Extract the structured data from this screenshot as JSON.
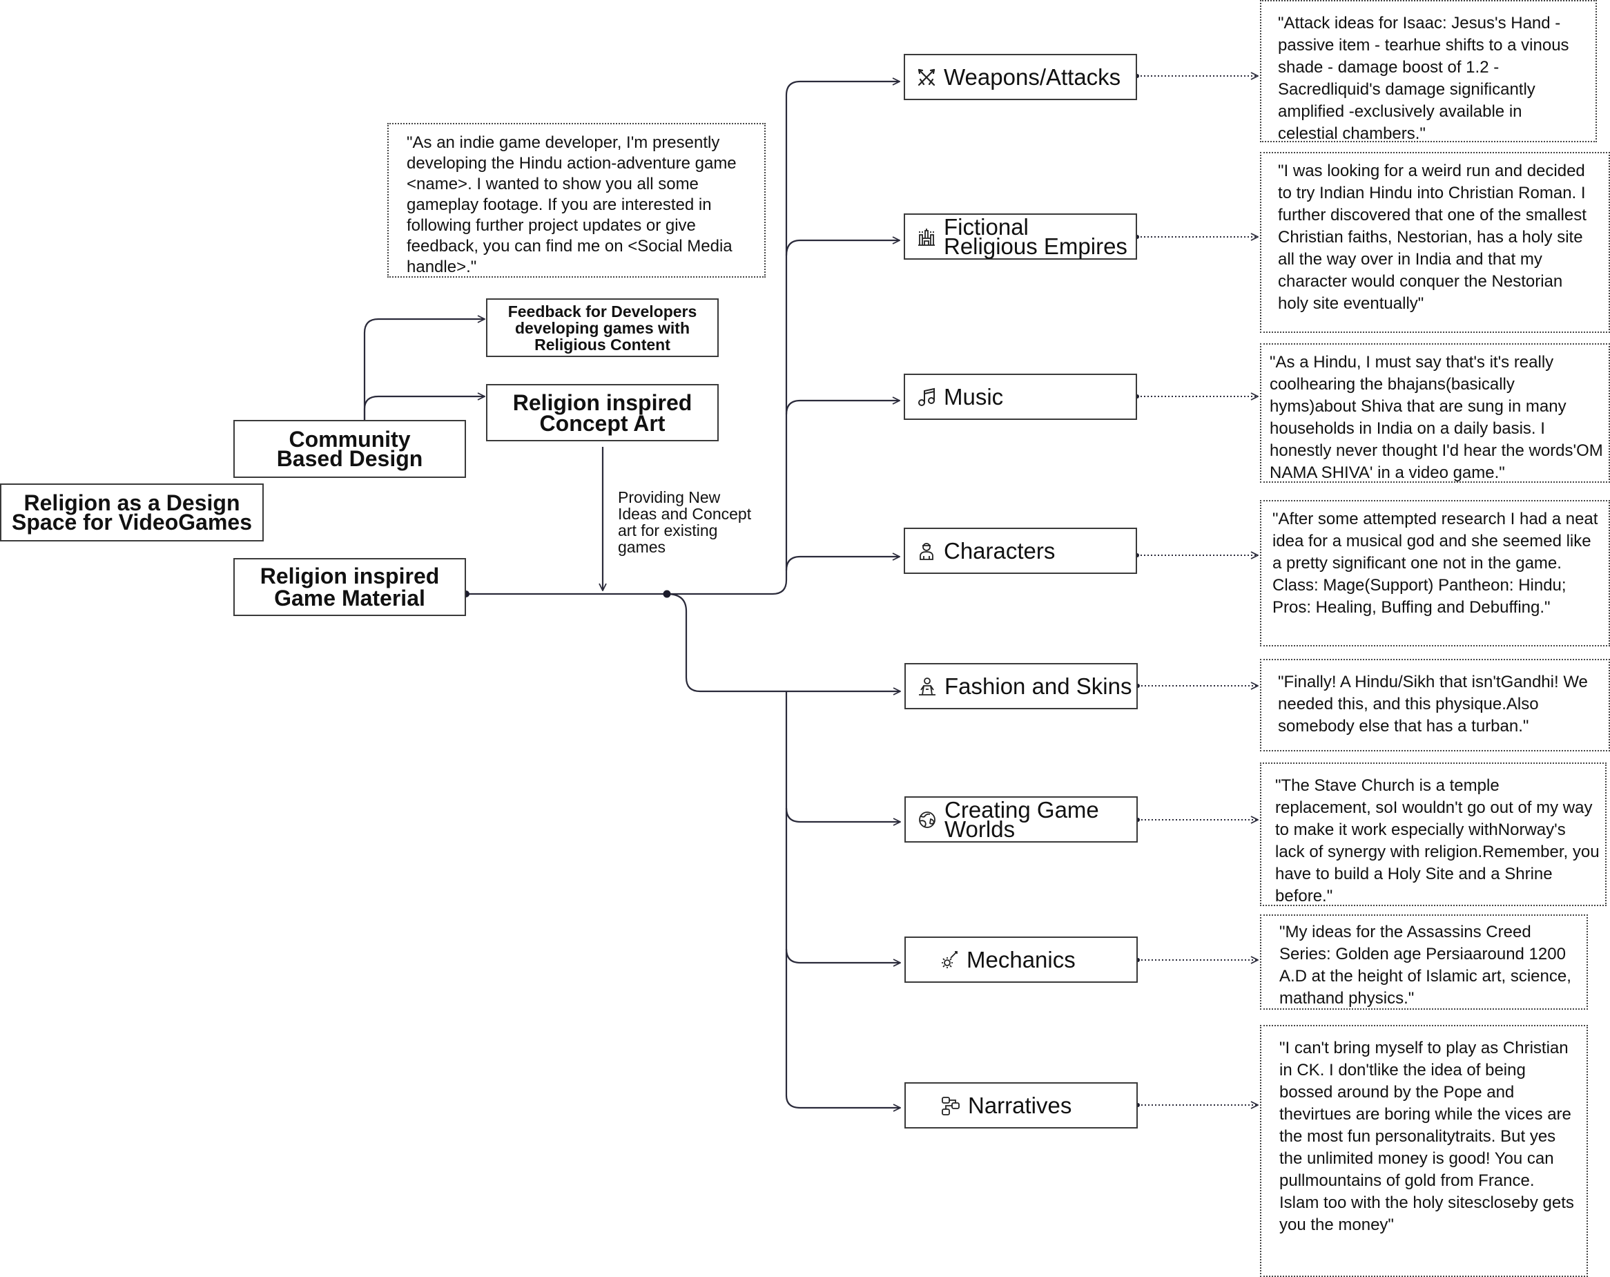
{
  "root": {
    "label_line1": "Religion as a Design",
    "label_line2": "Space for VideoGames"
  },
  "community": {
    "label_line1": "Community",
    "label_line2": "Based Design"
  },
  "feedback": {
    "label_line1": "Feedback for Developers",
    "label_line2": "developing games with",
    "label_line3": "Religious Content"
  },
  "concept_art": {
    "label_line1": "Religion inspired",
    "label_line2": "Concept Art"
  },
  "game_material": {
    "label_line1": "Religion inspired",
    "label_line2": "Game Material"
  },
  "dev_quote": "\"As an indie game developer, I'm presently developing the Hindu action-adventure game <name>. I wanted to show you all some gameplay footage. If you are interested in following further project updates or give feedback, you can find me on <Social Media handle>.\"",
  "edge_label": {
    "line1": "Providing New",
    "line2": "Ideas and Concept",
    "line3": "art for existing",
    "line4": "games"
  },
  "categories": [
    {
      "label": "Weapons/Attacks",
      "icon": "crossed-swords-icon"
    },
    {
      "label_line1": "Fictional",
      "label_line2": "Religious Empires",
      "icon": "castle-icon"
    },
    {
      "label": "Music",
      "icon": "music-note-icon"
    },
    {
      "label": "Characters",
      "icon": "person-icon"
    },
    {
      "label": "Fashion and Skins",
      "icon": "outfit-icon"
    },
    {
      "label_line1": "Creating Game",
      "label_line2": "Worlds",
      "icon": "globe-icon"
    },
    {
      "label": "Mechanics",
      "icon": "gear-wrench-icon"
    },
    {
      "label": "Narratives",
      "icon": "story-flow-icon"
    }
  ],
  "quotes": [
    "\"Attack ideas for Isaac: Jesus's Hand -passive item - tearhue shifts to a vinous shade - damage boost of 1.2 - Sacredliquid's damage significantly amplified -exclusively available in celestial chambers.\"",
    "\"I was looking for a weird run and decided to try Indian Hindu into Christian Roman. I further discovered that one of the smallest Christian faiths, Nestorian, has a holy site all the way over in India and that my character would conquer the Nestorian holy site eventually\"",
    "\"As a Hindu, I must say that's it's really coolhearing the bhajans(basically hyms)about Shiva that are sung in many households in India on a daily basis. I honestly never thought I'd hear the words'OM NAMA SHIVA' in a video game.\"",
    "\"After some attempted research I had a neat idea for a musical god and she seemed like a pretty significant one not in the game.\nClass: Mage(Support) Pantheon: Hindu; Pros: Healing, Buffing and Debuffing.\"",
    "\"Finally! A Hindu/Sikh that isn'tGandhi! We needed this, and this physique.Also somebody else that has a turban.\"",
    "\"The Stave Church is a temple replacement, soI wouldn't go out of my way to make it work especially withNorway's lack of synergy with religion.Remember, you have to build a Holy Site and a Shrine before.\"",
    "\"My ideas for the Assassins Creed Series: Golden age Persiaaround 1200 A.D at the height of Islamic art, science, mathand physics.\"",
    "\"I can't bring myself to play as Christian in CK. I don'tlike the idea of being bossed around by the Pope and thevirtues are boring while the vices are the most fun personalitytraits. But yes the unlimited money is good! You can pullmountains of gold from France. Islam too with the holy sitescloseby gets you the money\""
  ]
}
